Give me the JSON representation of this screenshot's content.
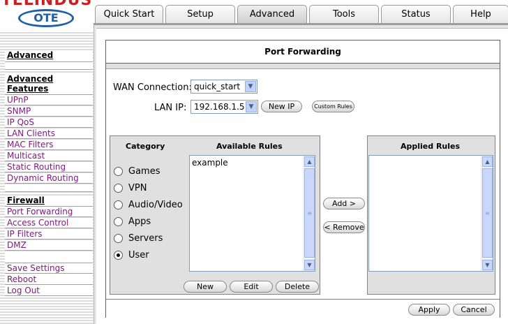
{
  "logo": {
    "brand": "TELINDUS",
    "sub": "OTE"
  },
  "tabs": [
    {
      "label": "Quick Start",
      "active": false
    },
    {
      "label": "Setup",
      "active": false
    },
    {
      "label": "Advanced",
      "active": true
    },
    {
      "label": "Tools",
      "active": false
    },
    {
      "label": "Status",
      "active": false
    },
    {
      "label": "Help",
      "active": false
    }
  ],
  "sidebar": {
    "section_advanced": "Advanced",
    "section_features": "Advanced Features",
    "features": [
      "UPnP",
      "SNMP",
      "IP QoS",
      "LAN Clients",
      "MAC Filters",
      "Multicast",
      "Static Routing",
      "Dynamic Routing"
    ],
    "section_firewall": "Firewall",
    "firewall": [
      "Port Forwarding",
      "Access Control",
      "IP Filters",
      "DMZ"
    ],
    "actions": [
      "Save Settings",
      "Reboot",
      "Log Out"
    ]
  },
  "page": {
    "title": "Port Forwarding",
    "wan_label": "WAN Connection:",
    "wan_value": "quick_start",
    "lan_label": "LAN IP:",
    "lan_value": "192.168.1.5",
    "new_ip": "New IP",
    "custom_rules": "Custom Rules",
    "category_header": "Category",
    "available_header": "Available Rules",
    "applied_header": "Applied Rules",
    "categories": [
      "Games",
      "VPN",
      "Audio/Video",
      "Apps",
      "Servers",
      "User"
    ],
    "selected_category": "User",
    "available_rules": [
      "example"
    ],
    "applied_rules": [],
    "add": "Add >",
    "remove": "< Remove",
    "new": "New",
    "edit": "Edit",
    "delete": "Delete",
    "apply": "Apply",
    "cancel": "Cancel"
  }
}
